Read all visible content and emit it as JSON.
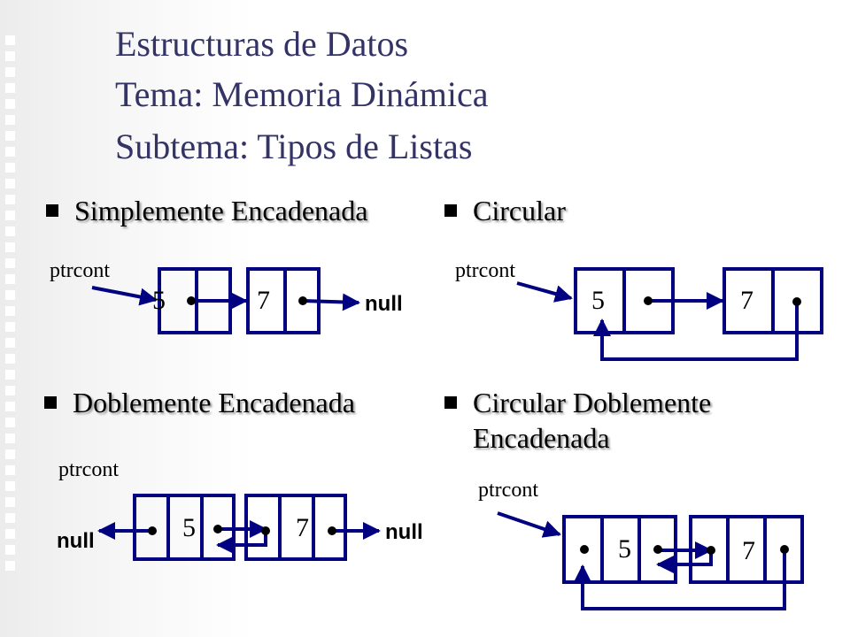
{
  "title": {
    "line1": "Estructuras de Datos",
    "line2": "Tema: Memoria Dinámica",
    "line3": "Subtema: Tipos de Listas"
  },
  "sections": {
    "simple": {
      "label": "Simplemente Encadenada",
      "pointer": "ptrcont",
      "values": [
        "5",
        "7"
      ],
      "null_label": "null"
    },
    "circular": {
      "label": "Circular",
      "pointer": "ptrcont",
      "values": [
        "5",
        "7"
      ]
    },
    "double": {
      "label": "Doblemente Encadenada",
      "pointer": "ptrcont",
      "values": [
        "5",
        "7"
      ],
      "null_left": "null",
      "null_right": "null"
    },
    "circular_double": {
      "label_line1": "Circular Doblemente",
      "label_line2": "Encadenada",
      "pointer": "ptrcont",
      "values": [
        "5",
        "7"
      ]
    }
  },
  "colors": {
    "title": "#333366",
    "arrow": "#000080",
    "box": "#000080"
  }
}
